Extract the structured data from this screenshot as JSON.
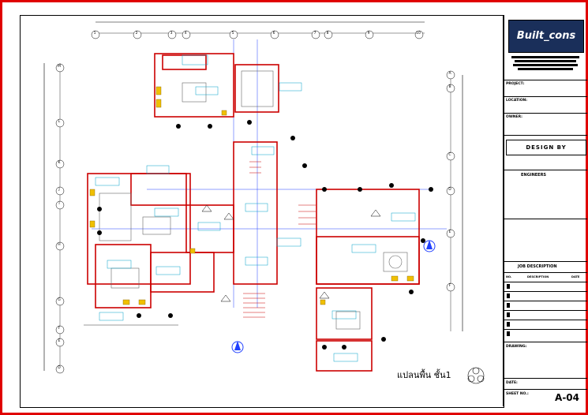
{
  "title_block": {
    "logo_text": "Built_cons",
    "project_label": "PROJECT:",
    "location_label": "LOCATION:",
    "owner_label": "OWNER:",
    "design_by_label": "DESIGN BY",
    "engineers_label": "ENGINEERS",
    "job_description_label": "JOB DESCRIPTION",
    "job_col_no": "NO.",
    "job_col_desc": "DESCRIPTION",
    "job_col_date": "DATE",
    "drawing_label": "DRAWING:",
    "date_label": "DATE:",
    "sheet_label": "SHEET NO.:",
    "sheet_number": "A-04"
  },
  "plan": {
    "title": "แปลนพื้น ชั้น1",
    "grid_top": [
      "1",
      "2",
      "3",
      "4",
      "5",
      "6",
      "7",
      "8",
      "9",
      "10"
    ],
    "grid_left": [
      "M",
      "L",
      "K",
      "J",
      "I",
      "H",
      "G",
      "F",
      "E",
      "D"
    ],
    "grid_right": [
      "A",
      "B",
      "C",
      "D",
      "E",
      "F"
    ]
  },
  "colors": {
    "sheet_border": "#e00000",
    "wall": "#cc0000",
    "dim": "#000000",
    "room_label": "#00a0c8",
    "marker": "#f0c000",
    "blue_axis": "#2040ff"
  }
}
